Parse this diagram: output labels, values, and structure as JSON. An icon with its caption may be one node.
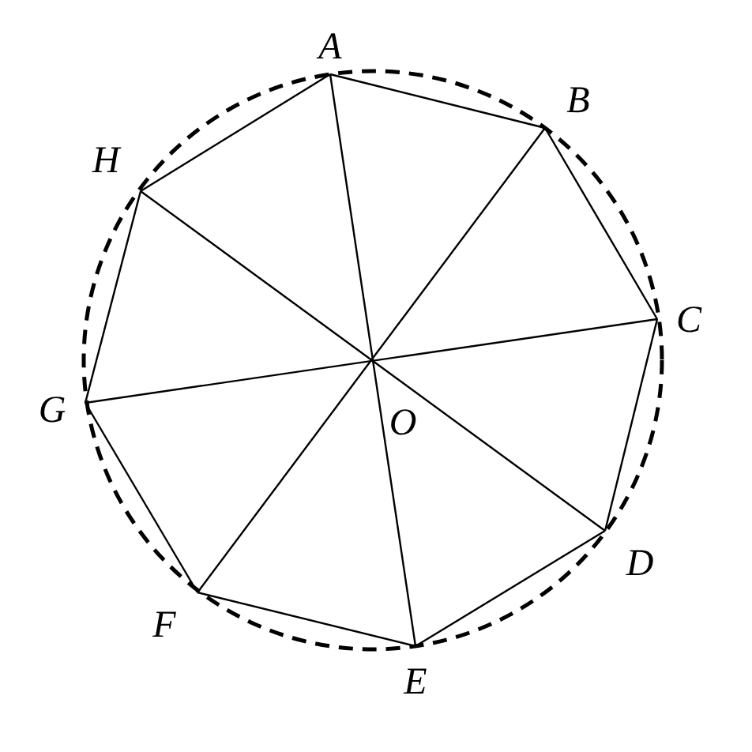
{
  "diagram": {
    "nodes": [
      {
        "text": [
          "A"
        ]
      },
      {
        "text": [
          "B"
        ]
      },
      {
        "text": [
          "C"
        ]
      },
      {
        "text": [
          "D"
        ]
      },
      {
        "text": [
          "E"
        ]
      },
      {
        "text": [
          "F"
        ]
      },
      {
        "text": [
          "G"
        ]
      },
      {
        "text": [
          "H"
        ]
      }
    ],
    "edges": [
      {
        "from": 0,
        "to": 1,
        "arrow": "none"
      },
      {
        "from": 1,
        "to": 2,
        "arrow": "none"
      },
      {
        "from": 2,
        "to": 3,
        "arrow": "none"
      },
      {
        "from": 3,
        "to": 4,
        "arrow": "none"
      },
      {
        "from": 4,
        "to": 5,
        "arrow": "none"
      },
      {
        "from": 5,
        "to": 6,
        "arrow": "none"
      },
      {
        "from": 6,
        "to": 7,
        "arrow": "none"
      },
      {
        "from": 7,
        "to": 0,
        "arrow": "none"
      },
      {
        "from": 0,
        "to": 4,
        "arrow": "none"
      },
      {
        "from": 1,
        "to": 5,
        "arrow": "none"
      },
      {
        "from": 2,
        "to": 6,
        "arrow": "none"
      },
      {
        "from": 3,
        "to": 7,
        "arrow": "none"
      }
    ],
    "labels": [
      "O"
    ]
  }
}
